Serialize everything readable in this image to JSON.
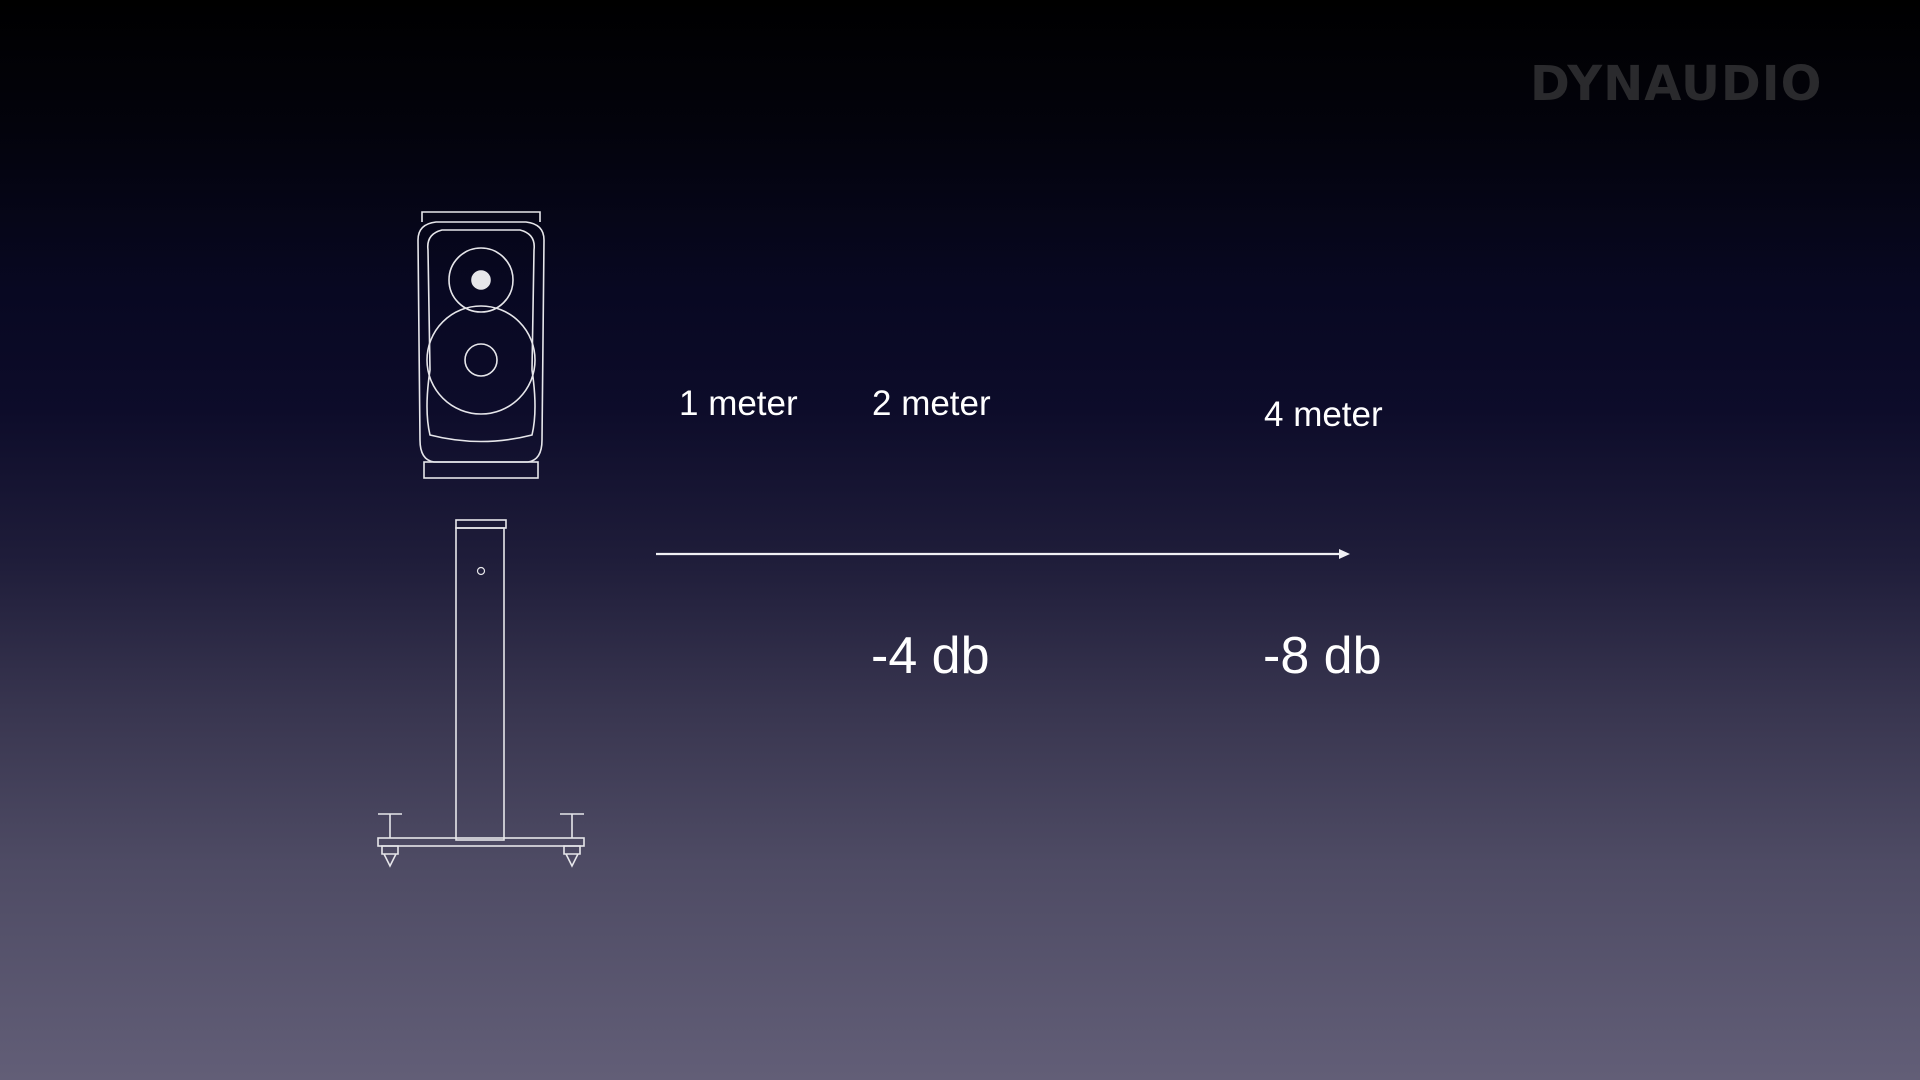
{
  "brand": {
    "logo_text": "DYNAUDIO"
  },
  "distances": {
    "d1": "1 meter",
    "d2": "2 meter",
    "d4": "4 meter"
  },
  "levels": {
    "l2": "-4 db",
    "l4": "-8 db"
  },
  "illustration": {
    "icon": "speaker-on-stand",
    "line_color": "#e6e6ea"
  }
}
